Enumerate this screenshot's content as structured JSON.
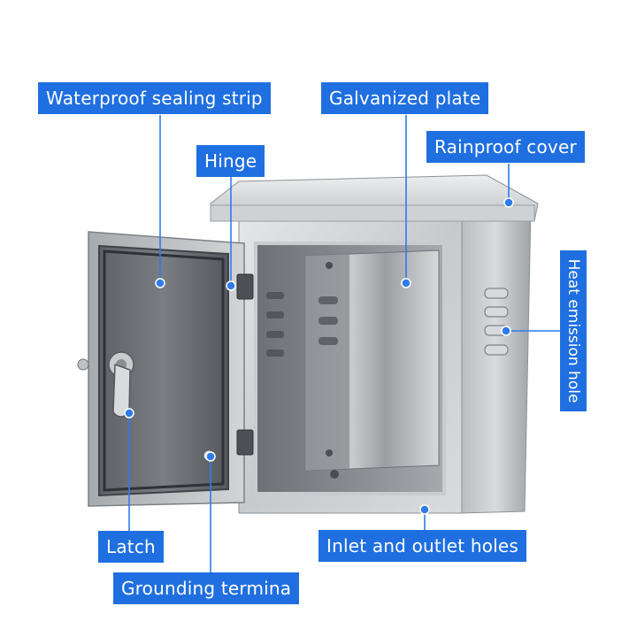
{
  "callouts": {
    "waterproof_sealing_strip": "Waterproof sealing strip",
    "galvanized_plate": "Galvanized plate",
    "rainproof_cover": "Rainproof cover",
    "hinge": "Hinge",
    "heat_emission_hole": "Heat emission hole",
    "latch": "Latch",
    "inlet_and_outlet_holes": "Inlet and outlet holes",
    "grounding_terminal": "Grounding termina"
  },
  "colors": {
    "label_background": "#1f6fe0",
    "label_text": "#ffffff",
    "leader_line": "#2f7bea",
    "background": "#ffffff"
  }
}
